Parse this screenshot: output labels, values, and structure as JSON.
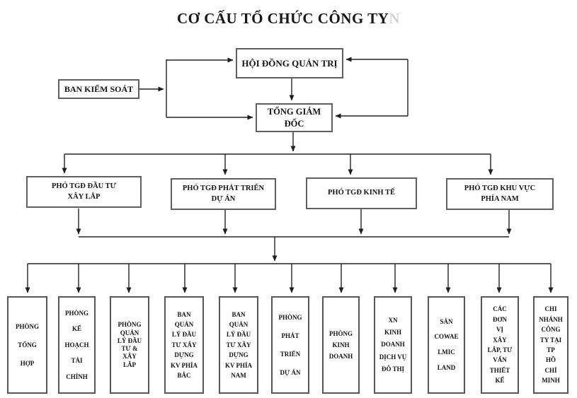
{
  "title": {
    "text": "CƠ CẤU TỔ CHỨC CÔNG TY",
    "faded_suffix": "N"
  },
  "org": {
    "board": {
      "label": "HỘI ĐỒNG QUẢN TRỊ"
    },
    "supervisory": {
      "label": "BAN KIỂM SOÁT"
    },
    "ceo": {
      "label": "TỔNG GIÁM\nĐỐC"
    },
    "deputies": [
      {
        "label": "PHÓ TGĐ ĐẦU TƯ\nXÂY LẮP"
      },
      {
        "label": "PHÓ TGĐ PHÁT TRIỂN\nDỰ ÁN"
      },
      {
        "label": "PHÓ TGĐ KINH TẾ"
      },
      {
        "label": "PHÓ TGĐ KHU VỰC\nPHÍA NAM"
      }
    ],
    "departments": [
      {
        "label": "PHÒNG\nTỔNG\nHỢP"
      },
      {
        "label": "PHÒNG\nKẾ\nHOẠCH\nTÀI\nCHÍNH"
      },
      {
        "label": "PHÒNG\nQUẢN\nLÝ ĐẦU\nTƯ &\nXÂY\nLẮP"
      },
      {
        "label": "BAN\nQUẢN\nLÝ ĐẦU\nTƯ XÂY\nDỰNG\nKV PHÍA\nBẮC"
      },
      {
        "label": "BAN\nQUẢN\nLÝ ĐẦU\nTƯ XÂY\nDỰNG\nKV PHÍA\nNAM"
      },
      {
        "label": "PHÒNG\nPHÁT\nTRIỂN\nDỰ ÁN"
      },
      {
        "label": "PHÒNG\nKINH\nDOANH"
      },
      {
        "label": "XN\nKINH\nDOANH\nDỊCH VỤ\nĐÔ THỊ"
      },
      {
        "label": "SÀN\nCOWAE\nLMIC\nLAND"
      },
      {
        "label": "CÁC\nĐƠN\nVỊ\nXÂY\nLẮP, TƯ\nVẤN\nTHIẾT\nKẾ"
      },
      {
        "label": "CHI\nNHÁNH\nCÔNG\nTY TẠI\nTP\nHỒ\nCHÍ\nMINH"
      }
    ]
  }
}
